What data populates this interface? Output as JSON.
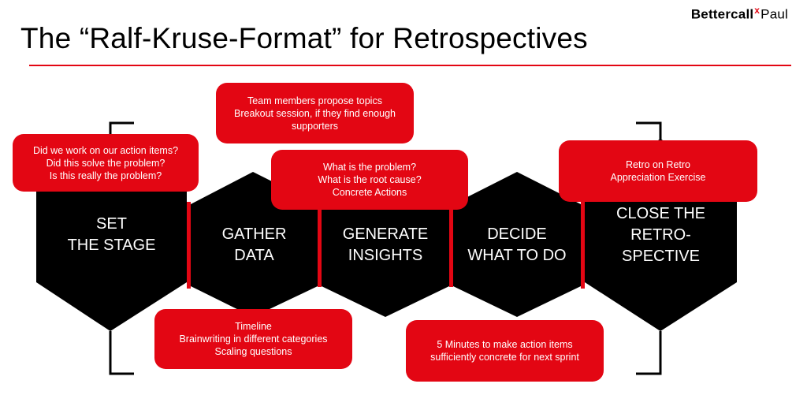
{
  "header": {
    "brand_part1": "Bettercall",
    "brand_x": "x",
    "brand_part2": "Paul",
    "title": "The “Ralf-Kruse-Format” for Retrospectives"
  },
  "colors": {
    "accent": "#e30613",
    "hex_fill": "#000000",
    "text_on_dark": "#ffffff"
  },
  "phases": [
    {
      "label": "SET\nTHE STAGE"
    },
    {
      "label": "GATHER\nDATA"
    },
    {
      "label": "GENERATE\nINSIGHTS"
    },
    {
      "label": "DECIDE\nWHAT TO DO"
    },
    {
      "label": "CLOSE THE\nRETRO-\nSPECTIVE"
    }
  ],
  "notes": {
    "set_stage": [
      "Did we work on our action items?",
      "Did this solve the problem?",
      "Is this really the problem?"
    ],
    "gather_data": [
      "Timeline",
      "Brainwriting in different categories",
      "Scaling questions"
    ],
    "generate_top": [
      "Team members propose topics",
      "Breakout session, if they find enough",
      "supporters"
    ],
    "generate_insights": [
      "What is the problem?",
      "What is the root cause?",
      "Concrete Actions"
    ],
    "decide": [
      "5 Minutes to make action items",
      "sufficiently concrete for next sprint"
    ],
    "close": [
      "Retro on Retro",
      "Appreciation Exercise"
    ]
  }
}
